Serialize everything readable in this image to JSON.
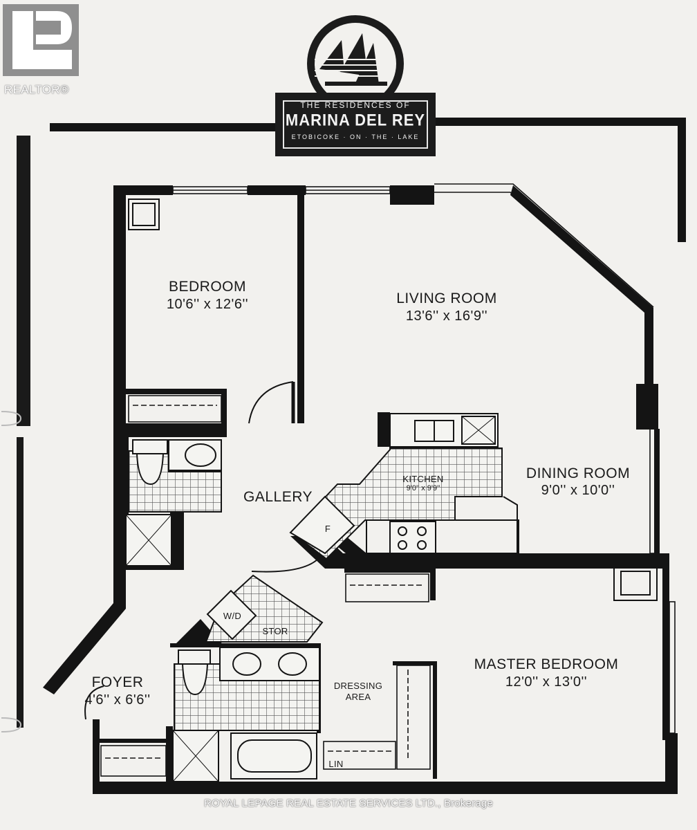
{
  "watermark": {
    "realtor": "REALTOR®",
    "brokerage": "ROYAL LEPAGE REAL ESTATE SERVICES LTD., Brokerage"
  },
  "logo": {
    "line1": "THE RESIDENCES OF",
    "line2": "MARINA DEL REY",
    "line3": "ETOBICOKE · ON · THE · LAKE"
  },
  "rooms": {
    "bedroom": {
      "name": "BEDROOM",
      "dims": "10'6'' x 12'6''"
    },
    "living": {
      "name": "LIVING ROOM",
      "dims": "13'6'' x 16'9''"
    },
    "kitchen": {
      "name": "KITCHEN",
      "dims": "9'0'' x 9'9''"
    },
    "dining": {
      "name": "DINING ROOM",
      "dims": "9'0'' x 10'0''"
    },
    "gallery": {
      "name": "GALLERY"
    },
    "foyer": {
      "name": "FOYER",
      "dims": "4'6'' x 6'6''"
    },
    "master": {
      "name": "MASTER BEDROOM",
      "dims": "12'0'' x 13'0''"
    },
    "dressing": {
      "name_line1": "DRESSING",
      "name_line2": "AREA"
    }
  },
  "fixtures": {
    "wd": "W/D",
    "stor": "STOR",
    "lin": "LIN",
    "fridge": "F"
  },
  "colors": {
    "paper": "#f2f1ee",
    "ink": "#141414",
    "tile": "#5a5a5a"
  }
}
